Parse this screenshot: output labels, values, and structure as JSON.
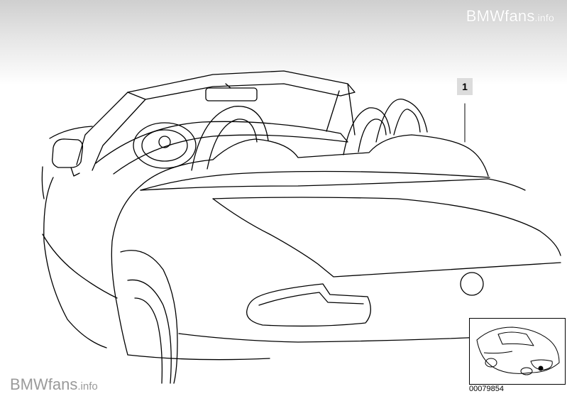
{
  "watermarks": {
    "top_main": "BMWfans",
    "top_suffix": ".info",
    "bottom_main": "BMWfans",
    "bottom_suffix": ".info"
  },
  "callouts": [
    {
      "label": "1"
    }
  ],
  "part_number": "00079854",
  "colors": {
    "line": "#000000",
    "callout_bg": "#dcdcdc",
    "watermark_bottom": "#9a9a9a"
  }
}
